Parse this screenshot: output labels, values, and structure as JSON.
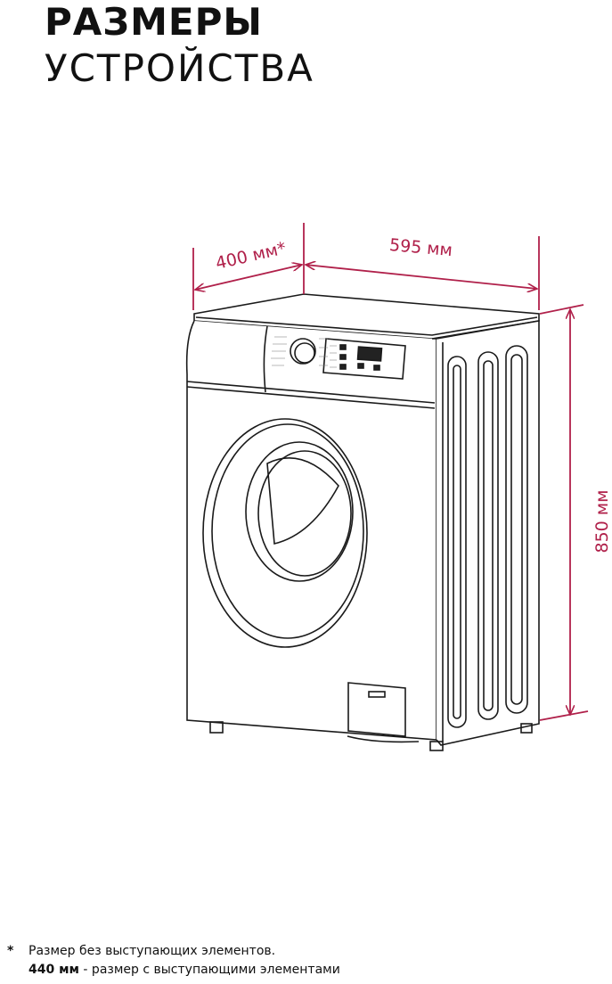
{
  "title": {
    "line1": "РАЗМЕРЫ",
    "line2": "УСТРОЙСТВА"
  },
  "dimensions": {
    "depth": "400 мм*",
    "width": "595 мм",
    "height": "850 мм"
  },
  "footnote": {
    "marker": "*",
    "line1": "Размер без выступающих элементов.",
    "line2_bold": "440 мм",
    "line2_rest": " - размер с выступающими элементами"
  },
  "colors": {
    "accent": "#b0204a",
    "line": "#1a1a1a"
  }
}
